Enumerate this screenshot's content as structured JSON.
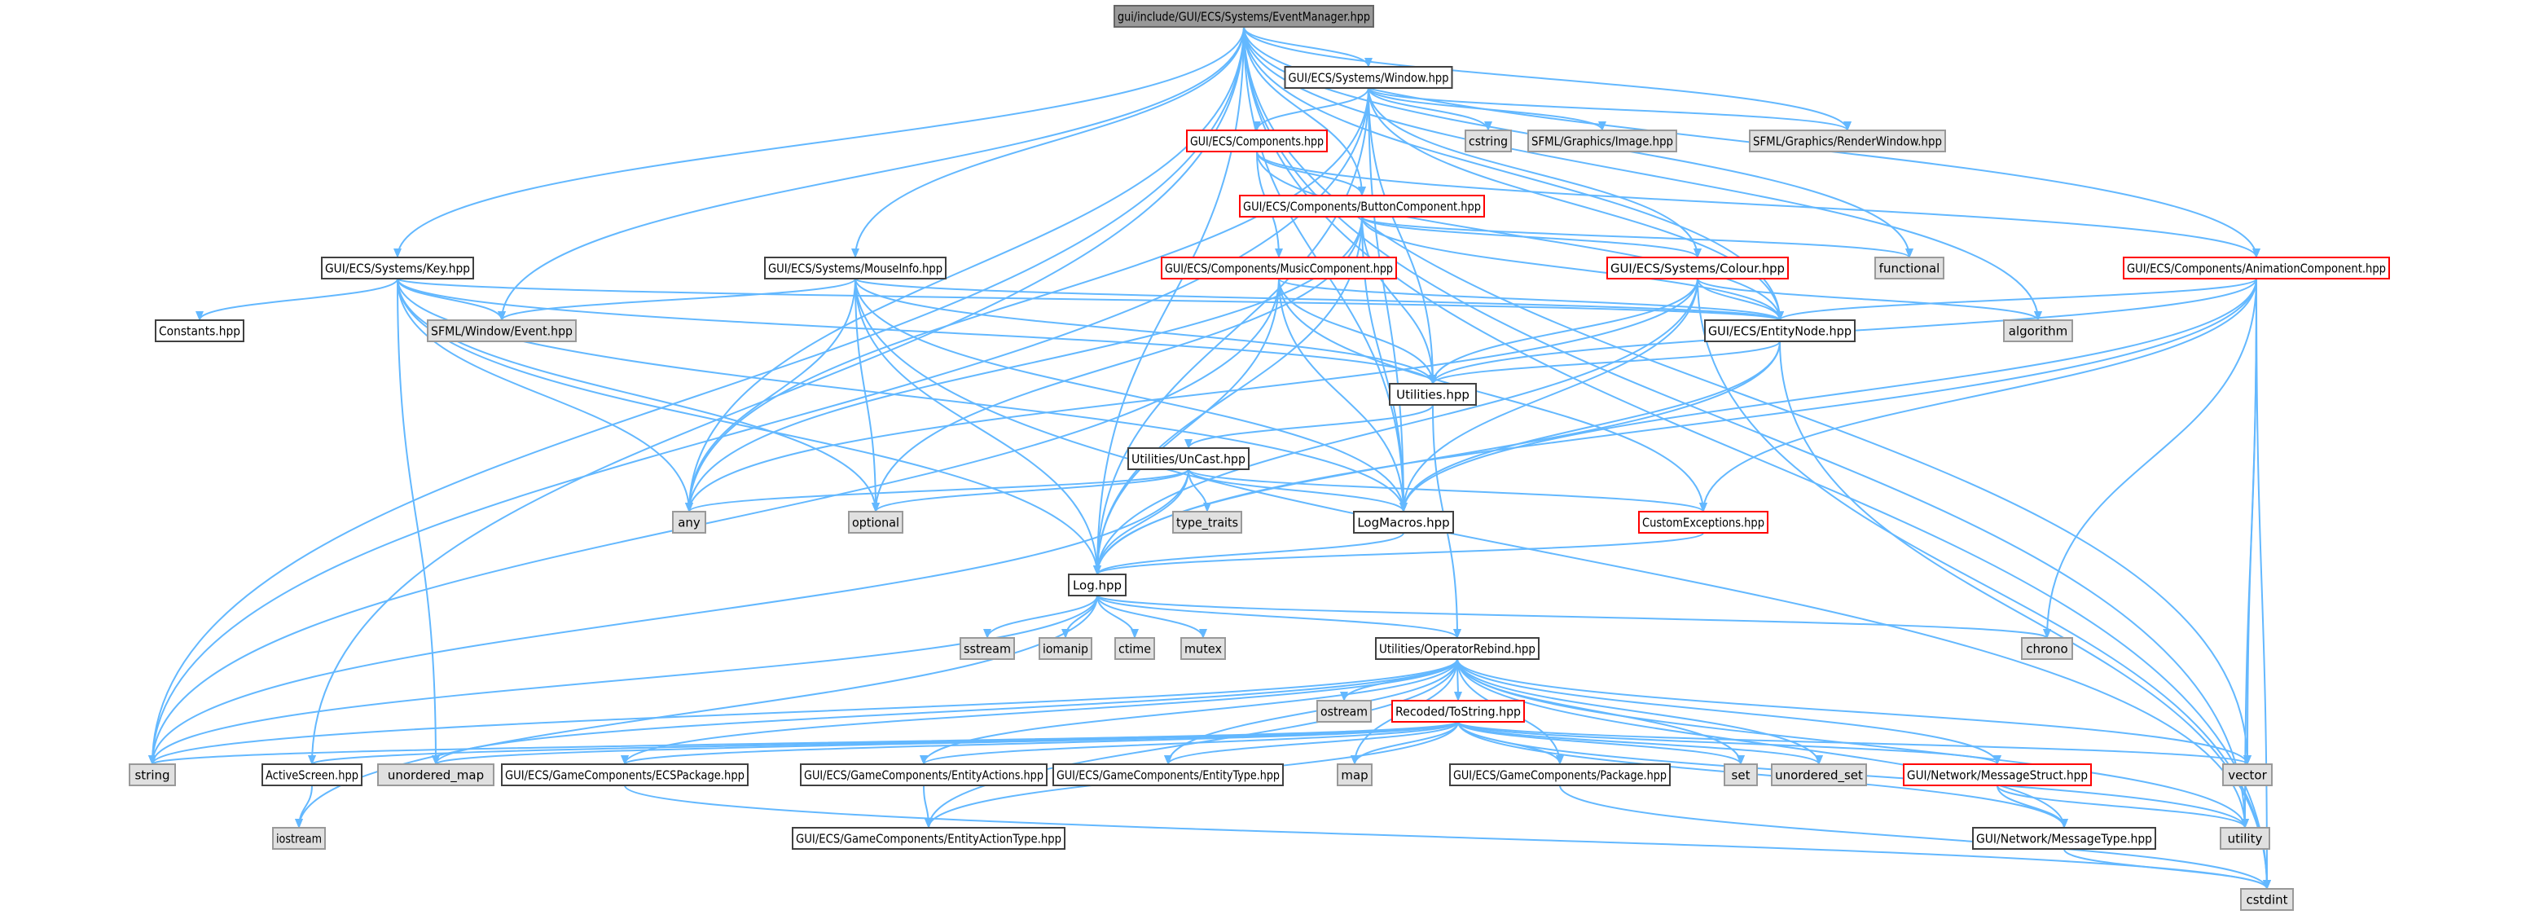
{
  "colors": {
    "edge": "#63b8ff",
    "root_fill": "#999999",
    "root_stroke": "#666666",
    "normal_fill": "#ffffff",
    "normal_stroke": "#404040",
    "truncated_fill": "#ffffff",
    "truncated_stroke": "#ff0000",
    "system_fill": "#e0e0e0",
    "system_stroke": "#999999",
    "text": "#000000"
  },
  "nodes": [
    {
      "id": "root",
      "label": "gui/include/GUI/ECS/Systems/EventManager.hpp",
      "kind": "root"
    },
    {
      "id": "window",
      "label": "GUI/ECS/Systems/Window.hpp",
      "kind": "normal"
    },
    {
      "id": "components",
      "label": "GUI/ECS/Components.hpp",
      "kind": "truncated"
    },
    {
      "id": "cstring",
      "label": "cstring",
      "kind": "system"
    },
    {
      "id": "sfml_image",
      "label": "SFML/Graphics/Image.hpp",
      "kind": "system"
    },
    {
      "id": "sfml_rw",
      "label": "SFML/Graphics/RenderWindow.hpp",
      "kind": "system"
    },
    {
      "id": "button",
      "label": "GUI/ECS/Components/ButtonComponent.hpp",
      "kind": "truncated"
    },
    {
      "id": "functional",
      "label": "functional",
      "kind": "system"
    },
    {
      "id": "anim",
      "label": "GUI/ECS/Components/AnimationComponent.hpp",
      "kind": "truncated"
    },
    {
      "id": "key",
      "label": "GUI/ECS/Systems/Key.hpp",
      "kind": "normal"
    },
    {
      "id": "mouseinfo",
      "label": "GUI/ECS/Systems/MouseInfo.hpp",
      "kind": "normal"
    },
    {
      "id": "music",
      "label": "GUI/ECS/Components/MusicComponent.hpp",
      "kind": "truncated"
    },
    {
      "id": "colour",
      "label": "GUI/ECS/Systems/Colour.hpp",
      "kind": "truncated"
    },
    {
      "id": "constants",
      "label": "Constants.hpp",
      "kind": "normal"
    },
    {
      "id": "sfml_event",
      "label": "SFML/Window/Event.hpp",
      "kind": "system"
    },
    {
      "id": "entitynode",
      "label": "GUI/ECS/EntityNode.hpp",
      "kind": "normal"
    },
    {
      "id": "algorithm",
      "label": "algorithm",
      "kind": "system"
    },
    {
      "id": "utilities",
      "label": "Utilities.hpp",
      "kind": "normal"
    },
    {
      "id": "uncast",
      "label": "Utilities/UnCast.hpp",
      "kind": "normal"
    },
    {
      "id": "any",
      "label": "any",
      "kind": "system"
    },
    {
      "id": "optional",
      "label": "optional",
      "kind": "system"
    },
    {
      "id": "type_traits",
      "label": "type_traits",
      "kind": "system"
    },
    {
      "id": "logmacros",
      "label": "LogMacros.hpp",
      "kind": "normal"
    },
    {
      "id": "customexc",
      "label": "CustomExceptions.hpp",
      "kind": "truncated"
    },
    {
      "id": "log",
      "label": "Log.hpp",
      "kind": "normal"
    },
    {
      "id": "sstream",
      "label": "sstream",
      "kind": "system"
    },
    {
      "id": "iomanip",
      "label": "iomanip",
      "kind": "system"
    },
    {
      "id": "ctime",
      "label": "ctime",
      "kind": "system"
    },
    {
      "id": "mutex",
      "label": "mutex",
      "kind": "system"
    },
    {
      "id": "oprebind",
      "label": "Utilities/OperatorRebind.hpp",
      "kind": "normal"
    },
    {
      "id": "chrono",
      "label": "chrono",
      "kind": "system"
    },
    {
      "id": "ostream",
      "label": "ostream",
      "kind": "system"
    },
    {
      "id": "recoded",
      "label": "Recoded/ToString.hpp",
      "kind": "truncated"
    },
    {
      "id": "string",
      "label": "string",
      "kind": "system"
    },
    {
      "id": "activescreen",
      "label": "ActiveScreen.hpp",
      "kind": "normal"
    },
    {
      "id": "umap",
      "label": "unordered_map",
      "kind": "system"
    },
    {
      "id": "ecspackage",
      "label": "GUI/ECS/GameComponents/ECSPackage.hpp",
      "kind": "normal"
    },
    {
      "id": "entityactions",
      "label": "GUI/ECS/GameComponents/EntityActions.hpp",
      "kind": "normal"
    },
    {
      "id": "entitytype",
      "label": "GUI/ECS/GameComponents/EntityType.hpp",
      "kind": "normal"
    },
    {
      "id": "map",
      "label": "map",
      "kind": "system"
    },
    {
      "id": "package",
      "label": "GUI/ECS/GameComponents/Package.hpp",
      "kind": "normal"
    },
    {
      "id": "set",
      "label": "set",
      "kind": "system"
    },
    {
      "id": "uset",
      "label": "unordered_set",
      "kind": "system"
    },
    {
      "id": "msgstruct",
      "label": "GUI/Network/MessageStruct.hpp",
      "kind": "truncated"
    },
    {
      "id": "vector",
      "label": "vector",
      "kind": "system"
    },
    {
      "id": "iostream",
      "label": "iostream",
      "kind": "system"
    },
    {
      "id": "entityactiontype",
      "label": "GUI/ECS/GameComponents/EntityActionType.hpp",
      "kind": "normal"
    },
    {
      "id": "msgtype",
      "label": "GUI/Network/MessageType.hpp",
      "kind": "normal"
    },
    {
      "id": "utility",
      "label": "utility",
      "kind": "system"
    },
    {
      "id": "cstdint",
      "label": "cstdint",
      "kind": "system"
    }
  ],
  "edges": [
    [
      "root",
      "window"
    ],
    [
      "root",
      "sfml_rw"
    ],
    [
      "root",
      "functional"
    ],
    [
      "root",
      "key"
    ],
    [
      "root",
      "mouseinfo"
    ],
    [
      "root",
      "sfml_event"
    ],
    [
      "root",
      "entitynode"
    ],
    [
      "root",
      "algorithm"
    ],
    [
      "root",
      "any"
    ],
    [
      "root",
      "logmacros"
    ],
    [
      "root",
      "log"
    ],
    [
      "root",
      "string"
    ],
    [
      "root",
      "activescreen"
    ],
    [
      "root",
      "vector"
    ],
    [
      "root",
      "utility"
    ],
    [
      "root",
      "cstdint"
    ],
    [
      "root",
      "button"
    ],
    [
      "root",
      "anim"
    ],
    [
      "window",
      "components"
    ],
    [
      "window",
      "cstring"
    ],
    [
      "window",
      "sfml_image"
    ],
    [
      "window",
      "sfml_rw"
    ],
    [
      "window",
      "colour"
    ],
    [
      "window",
      "utilities"
    ],
    [
      "window",
      "entitynode"
    ],
    [
      "window",
      "logmacros"
    ],
    [
      "window",
      "log"
    ],
    [
      "window",
      "any"
    ],
    [
      "window",
      "string"
    ],
    [
      "components",
      "button"
    ],
    [
      "components",
      "music"
    ],
    [
      "components",
      "anim"
    ],
    [
      "components",
      "entitynode"
    ],
    [
      "button",
      "functional"
    ],
    [
      "button",
      "colour"
    ],
    [
      "button",
      "entitynode"
    ],
    [
      "button",
      "utilities"
    ],
    [
      "button",
      "logmacros"
    ],
    [
      "button",
      "log"
    ],
    [
      "button",
      "any"
    ],
    [
      "button",
      "optional"
    ],
    [
      "anim",
      "entitynode"
    ],
    [
      "anim",
      "utilities"
    ],
    [
      "anim",
      "logmacros"
    ],
    [
      "anim",
      "log"
    ],
    [
      "anim",
      "chrono"
    ],
    [
      "anim",
      "vector"
    ],
    [
      "anim",
      "utility"
    ],
    [
      "anim",
      "customexc"
    ],
    [
      "anim",
      "cstdint"
    ],
    [
      "key",
      "constants"
    ],
    [
      "key",
      "sfml_event"
    ],
    [
      "key",
      "entitynode"
    ],
    [
      "key",
      "utilities"
    ],
    [
      "key",
      "logmacros"
    ],
    [
      "key",
      "log"
    ],
    [
      "key",
      "any"
    ],
    [
      "key",
      "optional"
    ],
    [
      "key",
      "umap"
    ],
    [
      "mouseinfo",
      "sfml_event"
    ],
    [
      "mouseinfo",
      "entitynode"
    ],
    [
      "mouseinfo",
      "utilities"
    ],
    [
      "mouseinfo",
      "logmacros"
    ],
    [
      "mouseinfo",
      "log"
    ],
    [
      "mouseinfo",
      "any"
    ],
    [
      "mouseinfo",
      "optional"
    ],
    [
      "mouseinfo",
      "utility"
    ],
    [
      "music",
      "entitynode"
    ],
    [
      "music",
      "utilities"
    ],
    [
      "music",
      "logmacros"
    ],
    [
      "music",
      "log"
    ],
    [
      "music",
      "customexc"
    ],
    [
      "music",
      "string"
    ],
    [
      "colour",
      "entitynode"
    ],
    [
      "colour",
      "algorithm"
    ],
    [
      "colour",
      "utilities"
    ],
    [
      "colour",
      "logmacros"
    ],
    [
      "colour",
      "log"
    ],
    [
      "colour",
      "any"
    ],
    [
      "colour",
      "cstdint"
    ],
    [
      "entitynode",
      "utilities"
    ],
    [
      "entitynode",
      "logmacros"
    ],
    [
      "entitynode",
      "log"
    ],
    [
      "entitynode",
      "cstdint"
    ],
    [
      "utilities",
      "uncast"
    ],
    [
      "utilities",
      "oprebind"
    ],
    [
      "uncast",
      "any"
    ],
    [
      "uncast",
      "optional"
    ],
    [
      "uncast",
      "type_traits"
    ],
    [
      "uncast",
      "logmacros"
    ],
    [
      "uncast",
      "customexc"
    ],
    [
      "uncast",
      "log"
    ],
    [
      "uncast",
      "string"
    ],
    [
      "logmacros",
      "log"
    ],
    [
      "customexc",
      "log"
    ],
    [
      "log",
      "sstream"
    ],
    [
      "log",
      "iomanip"
    ],
    [
      "log",
      "ctime"
    ],
    [
      "log",
      "mutex"
    ],
    [
      "log",
      "oprebind"
    ],
    [
      "log",
      "chrono"
    ],
    [
      "log",
      "string"
    ],
    [
      "log",
      "iostream"
    ],
    [
      "oprebind",
      "ostream"
    ],
    [
      "oprebind",
      "recoded"
    ],
    [
      "oprebind",
      "string"
    ],
    [
      "oprebind",
      "umap"
    ],
    [
      "oprebind",
      "ecspackage"
    ],
    [
      "oprebind",
      "entityactions"
    ],
    [
      "oprebind",
      "entitytype"
    ],
    [
      "oprebind",
      "map"
    ],
    [
      "oprebind",
      "package"
    ],
    [
      "oprebind",
      "set"
    ],
    [
      "oprebind",
      "uset"
    ],
    [
      "oprebind",
      "msgstruct"
    ],
    [
      "oprebind",
      "vector"
    ],
    [
      "oprebind",
      "utility"
    ],
    [
      "oprebind",
      "msgtype"
    ],
    [
      "oprebind",
      "entityactiontype"
    ],
    [
      "recoded",
      "string"
    ],
    [
      "recoded",
      "activescreen"
    ],
    [
      "recoded",
      "umap"
    ],
    [
      "recoded",
      "ecspackage"
    ],
    [
      "recoded",
      "entityactions"
    ],
    [
      "recoded",
      "entitytype"
    ],
    [
      "recoded",
      "map"
    ],
    [
      "recoded",
      "package"
    ],
    [
      "recoded",
      "set"
    ],
    [
      "recoded",
      "uset"
    ],
    [
      "recoded",
      "msgstruct"
    ],
    [
      "recoded",
      "vector"
    ],
    [
      "recoded",
      "utility"
    ],
    [
      "recoded",
      "msgtype"
    ],
    [
      "recoded",
      "entityactiontype"
    ],
    [
      "activescreen",
      "iostream"
    ],
    [
      "ecspackage",
      "cstdint"
    ],
    [
      "entityactions",
      "entityactiontype"
    ],
    [
      "package",
      "cstdint"
    ],
    [
      "msgstruct",
      "msgtype"
    ],
    [
      "msgstruct",
      "utility"
    ],
    [
      "msgtype",
      "cstdint"
    ]
  ]
}
